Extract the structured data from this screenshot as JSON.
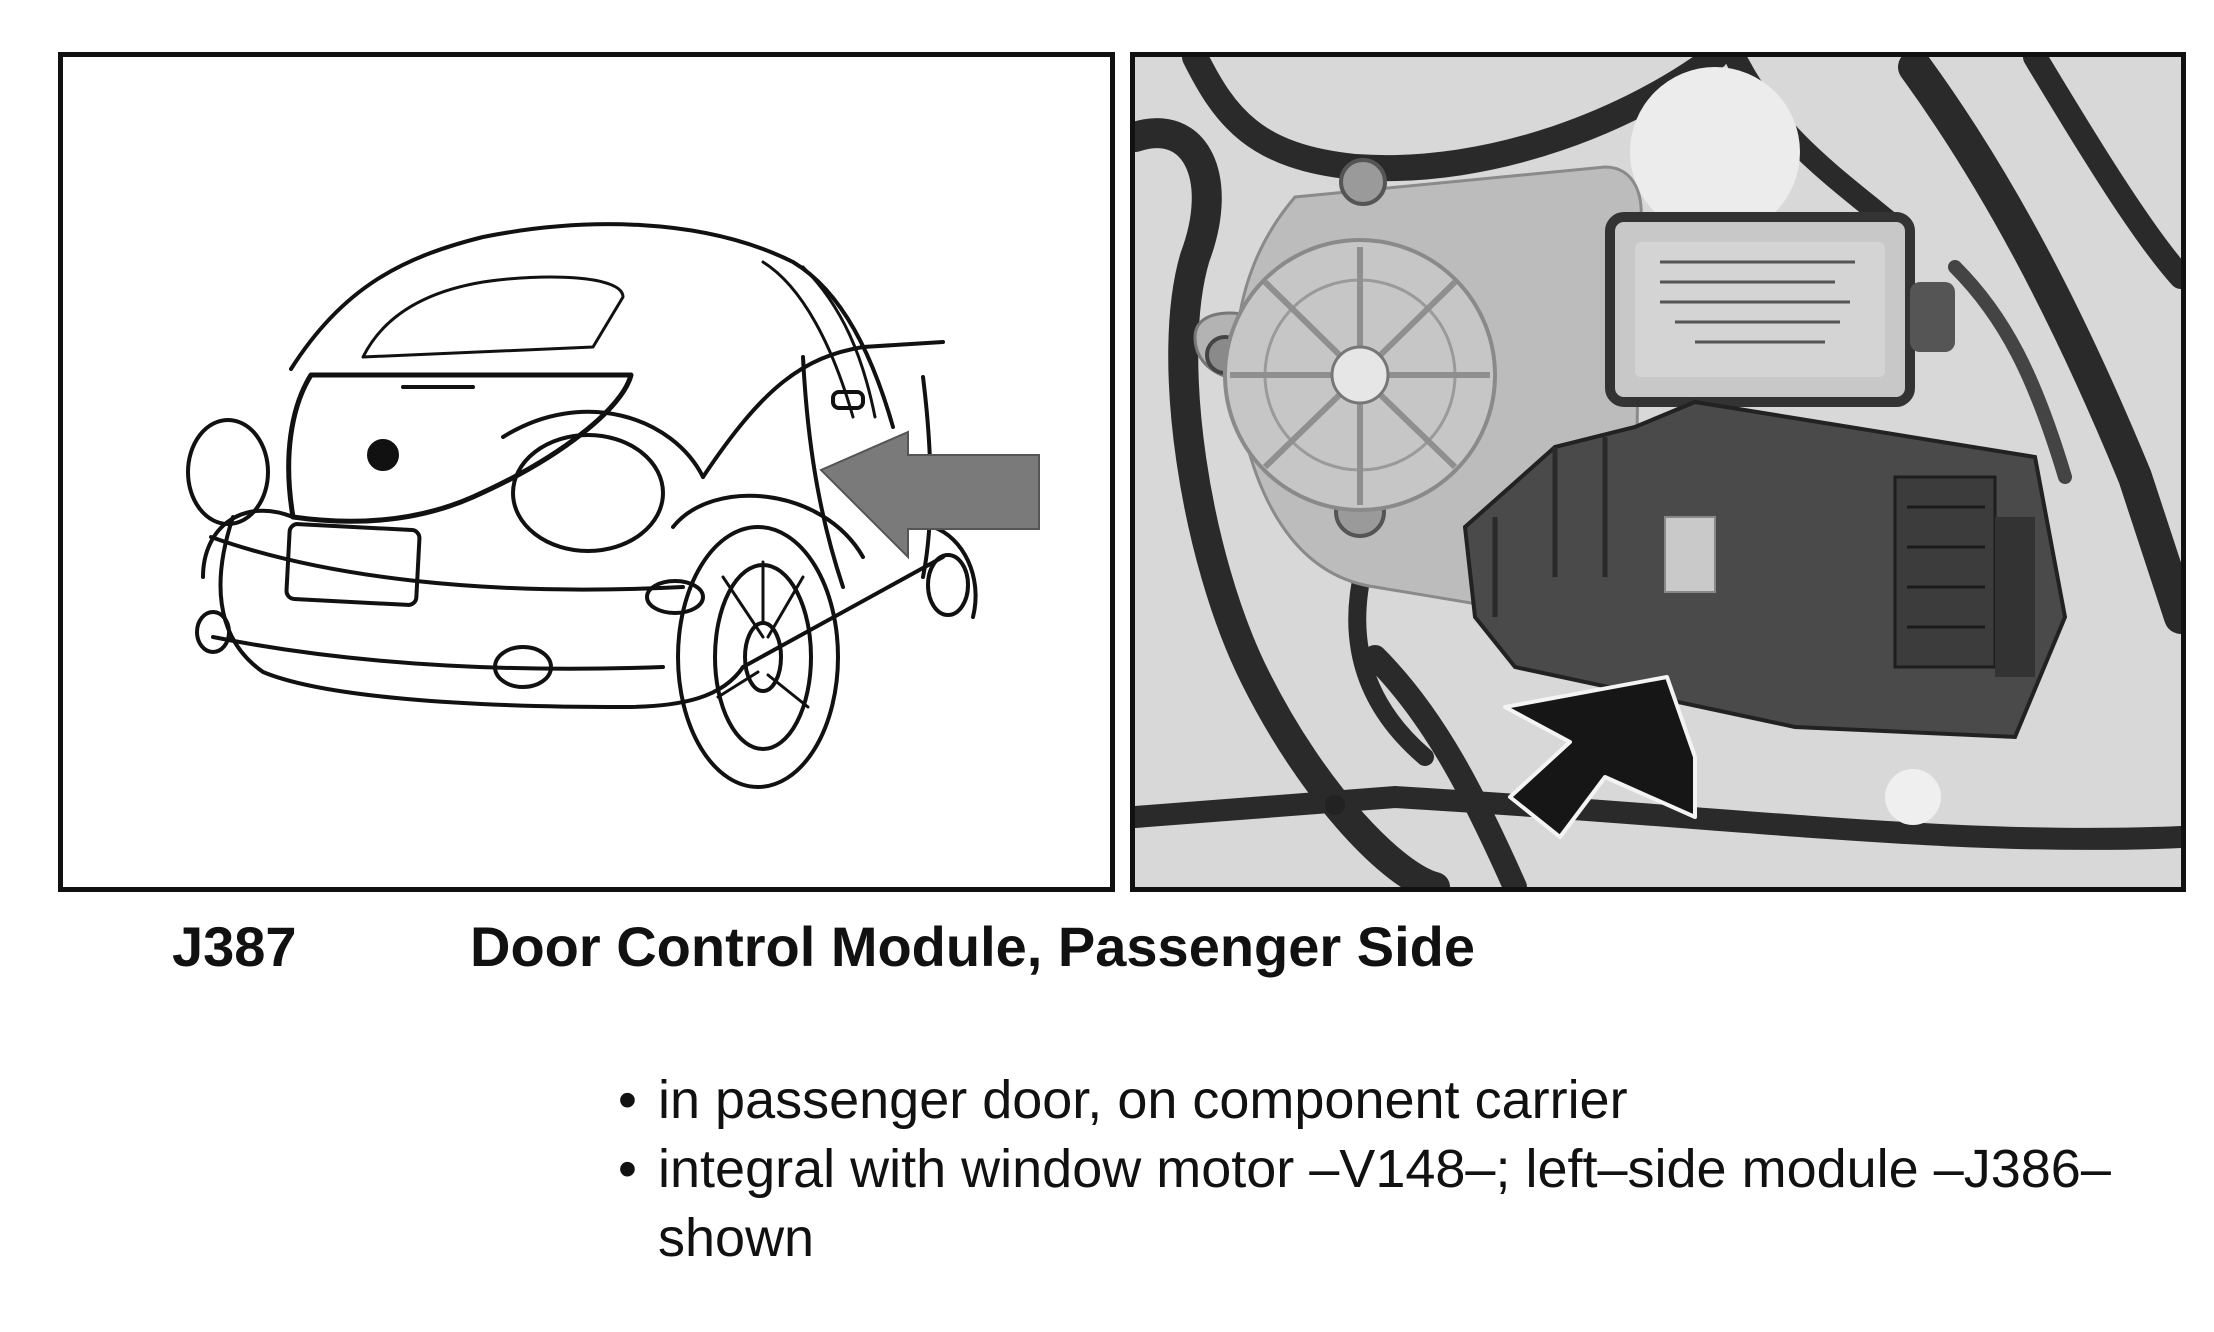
{
  "component": {
    "code": "J387",
    "title": "Door Control Module, Passenger Side"
  },
  "notes": [
    "in passenger door, on component carrier",
    "integral with window motor –V148–; left–side module –J386– shown"
  ],
  "illustrations": {
    "left": "car-rear-view-line-drawing",
    "right": "door-module-photo"
  }
}
